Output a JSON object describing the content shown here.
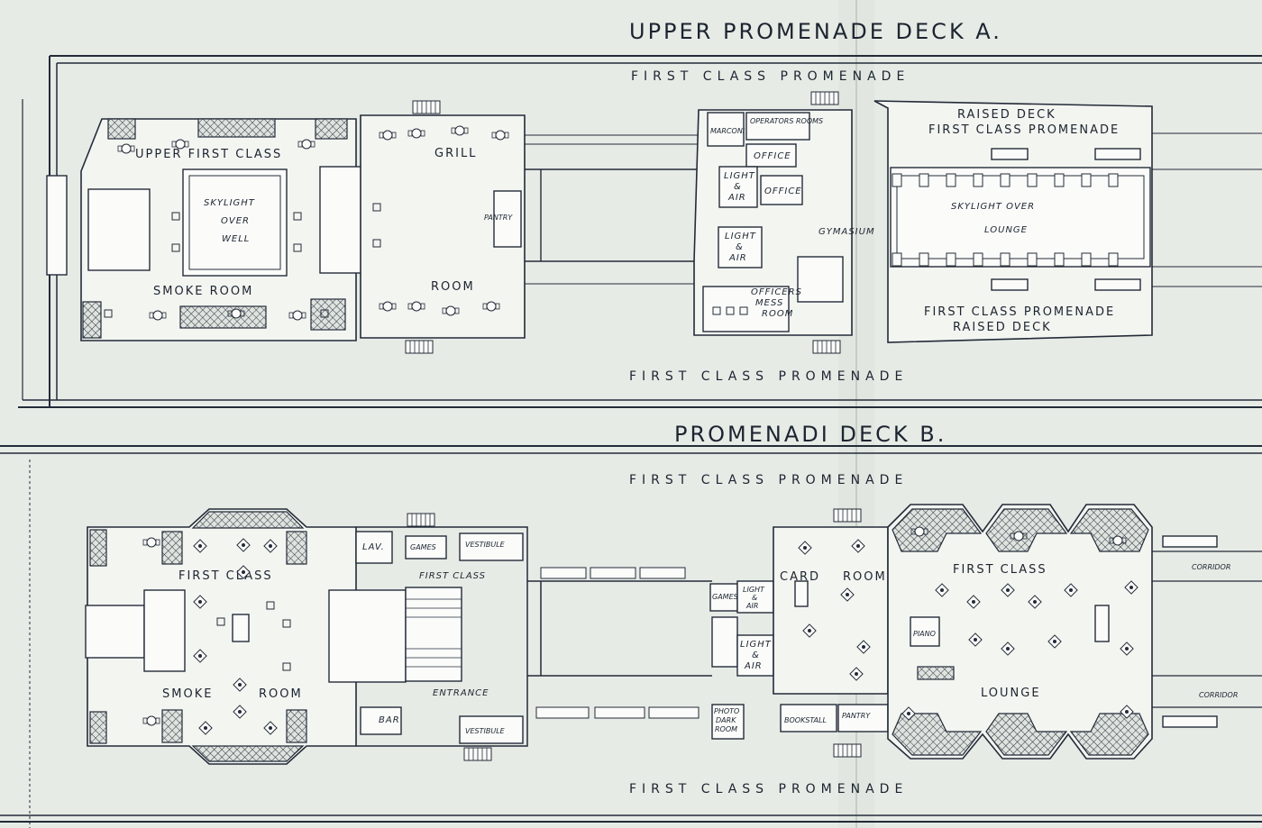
{
  "deck_a": {
    "title": "UPPER PROMENADE DECK A.",
    "promenade_top": "FIRST CLASS PROMENADE",
    "promenade_bottom": "FIRST CLASS PROMENADE",
    "smoke_room_top": "UPPER FIRST CLASS",
    "smoke_room_bottom": "SMOKE ROOM",
    "skylight_1": "SKYLIGHT",
    "skylight_2": "OVER",
    "skylight_3": "WELL",
    "grill": "GRILL",
    "room": "ROOM",
    "pantry": "PANTRY",
    "marconi": "MARCONI ROOM",
    "operators": "OPERATORS ROOMS",
    "office": "OFFICE",
    "light_air_1": "LIGHT",
    "light_air_amp": "&",
    "light_air_2": "AIR",
    "gymnasium": "GYMASIUM",
    "officers_1": "OFFICERS",
    "officers_2": "MESS",
    "officers_3": "ROOM",
    "raised_top_1": "RAISED DECK",
    "raised_top_2": "FIRST CLASS PROMENADE",
    "lounge_sky_1": "SKYLIGHT OVER",
    "lounge_sky_2": "LOUNGE",
    "raised_bot_1": "FIRST CLASS PROMENADE",
    "raised_bot_2": "RAISED DECK"
  },
  "deck_b": {
    "title": "PROMENADI DECK B.",
    "promenade_top": "FIRST CLASS PROMENADE",
    "promenade_bottom": "FIRST CLASS PROMENADE",
    "smoke_first_class": "FIRST CLASS",
    "smoke": "SMOKE",
    "smoke_room": "ROOM",
    "lav": "LAV.",
    "games": "GAMES",
    "vestibule_top": "VESTIBULE",
    "vestibule_bottom": "VESTIBULE",
    "first_class_entrance": "FIRST CLASS",
    "entrance": "ENTRANCE",
    "bar": "BAR",
    "games_2": "GAMES",
    "light_air_1": "LIGHT",
    "light_air_amp": "&",
    "light_air_2": "AIR",
    "photo_1": "PHOTO",
    "photo_2": "DARK",
    "photo_3": "ROOM",
    "card": "CARD",
    "card_room": "ROOM",
    "bookstall": "BOOKSTALL",
    "pantry": "PANTRY",
    "lounge_first": "FIRST CLASS",
    "piano": "PIANO",
    "lounge": "LOUNGE",
    "corridor_top": "CORRIDOR",
    "corridor_bottom": "CORRIDOR"
  },
  "colors": {
    "paper": "#e7ebe6",
    "ink": "#232b38"
  }
}
